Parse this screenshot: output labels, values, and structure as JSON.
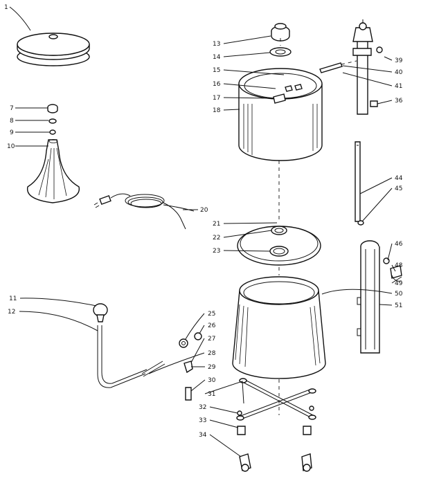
{
  "diagram": {
    "labels": [
      {
        "id": "1",
        "text": "1"
      },
      {
        "id": "7",
        "text": "7"
      },
      {
        "id": "8",
        "text": "8"
      },
      {
        "id": "9",
        "text": "9"
      },
      {
        "id": "10",
        "text": "10"
      },
      {
        "id": "11",
        "text": "11"
      },
      {
        "id": "12",
        "text": "12"
      },
      {
        "id": "13",
        "text": "13"
      },
      {
        "id": "14",
        "text": "14"
      },
      {
        "id": "15",
        "text": "15"
      },
      {
        "id": "16",
        "text": "16"
      },
      {
        "id": "17",
        "text": "17"
      },
      {
        "id": "18",
        "text": "18"
      },
      {
        "id": "20",
        "text": "20"
      },
      {
        "id": "21",
        "text": "21"
      },
      {
        "id": "22",
        "text": "22"
      },
      {
        "id": "23",
        "text": "23"
      },
      {
        "id": "25",
        "text": "25"
      },
      {
        "id": "26",
        "text": "26"
      },
      {
        "id": "27",
        "text": "27"
      },
      {
        "id": "28",
        "text": "28"
      },
      {
        "id": "29",
        "text": "29"
      },
      {
        "id": "30",
        "text": "30"
      },
      {
        "id": "31",
        "text": "31"
      },
      {
        "id": "32",
        "text": "32"
      },
      {
        "id": "33",
        "text": "33"
      },
      {
        "id": "34",
        "text": "34"
      },
      {
        "id": "36",
        "text": "36"
      },
      {
        "id": "39",
        "text": "39"
      },
      {
        "id": "40",
        "text": "40"
      },
      {
        "id": "41",
        "text": "41"
      },
      {
        "id": "44",
        "text": "44"
      },
      {
        "id": "45",
        "text": "45"
      },
      {
        "id": "46",
        "text": "46"
      },
      {
        "id": "48",
        "text": "48"
      },
      {
        "id": "49",
        "text": "49"
      },
      {
        "id": "50",
        "text": "50"
      },
      {
        "id": "51",
        "text": "51"
      }
    ]
  }
}
